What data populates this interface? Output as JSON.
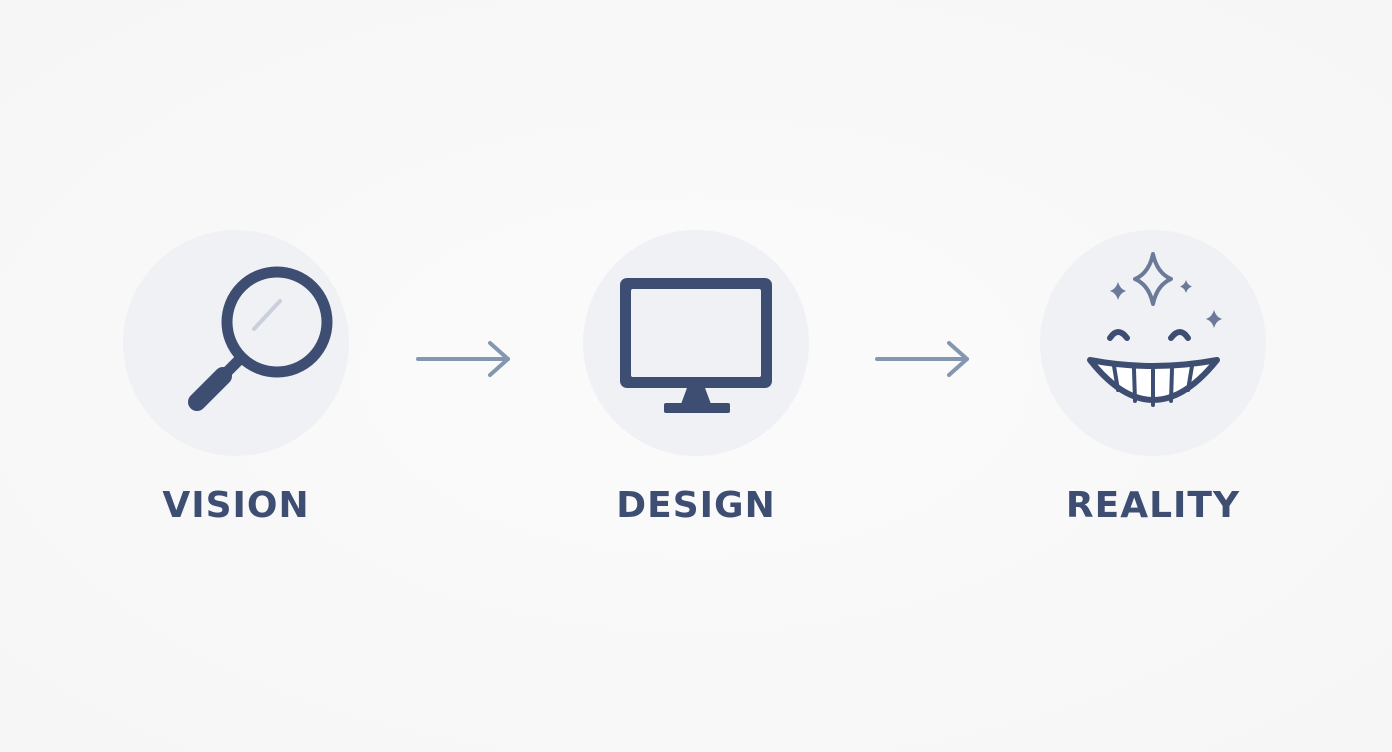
{
  "steps": [
    {
      "label": "VISION",
      "icon": "magnifying-glass-icon"
    },
    {
      "label": "DESIGN",
      "icon": "monitor-icon"
    },
    {
      "label": "REALITY",
      "icon": "smiling-face-sparkles-icon"
    }
  ],
  "connectors": [
    "arrow-right-icon",
    "arrow-right-icon"
  ],
  "colors": {
    "background": "#f8f8f8",
    "circle": "#f0f1f4",
    "icon": "#3e4e72",
    "arrow": "#8496b0",
    "sparkle": "#6b7a98",
    "lens_glint": "#c9d0dc"
  }
}
